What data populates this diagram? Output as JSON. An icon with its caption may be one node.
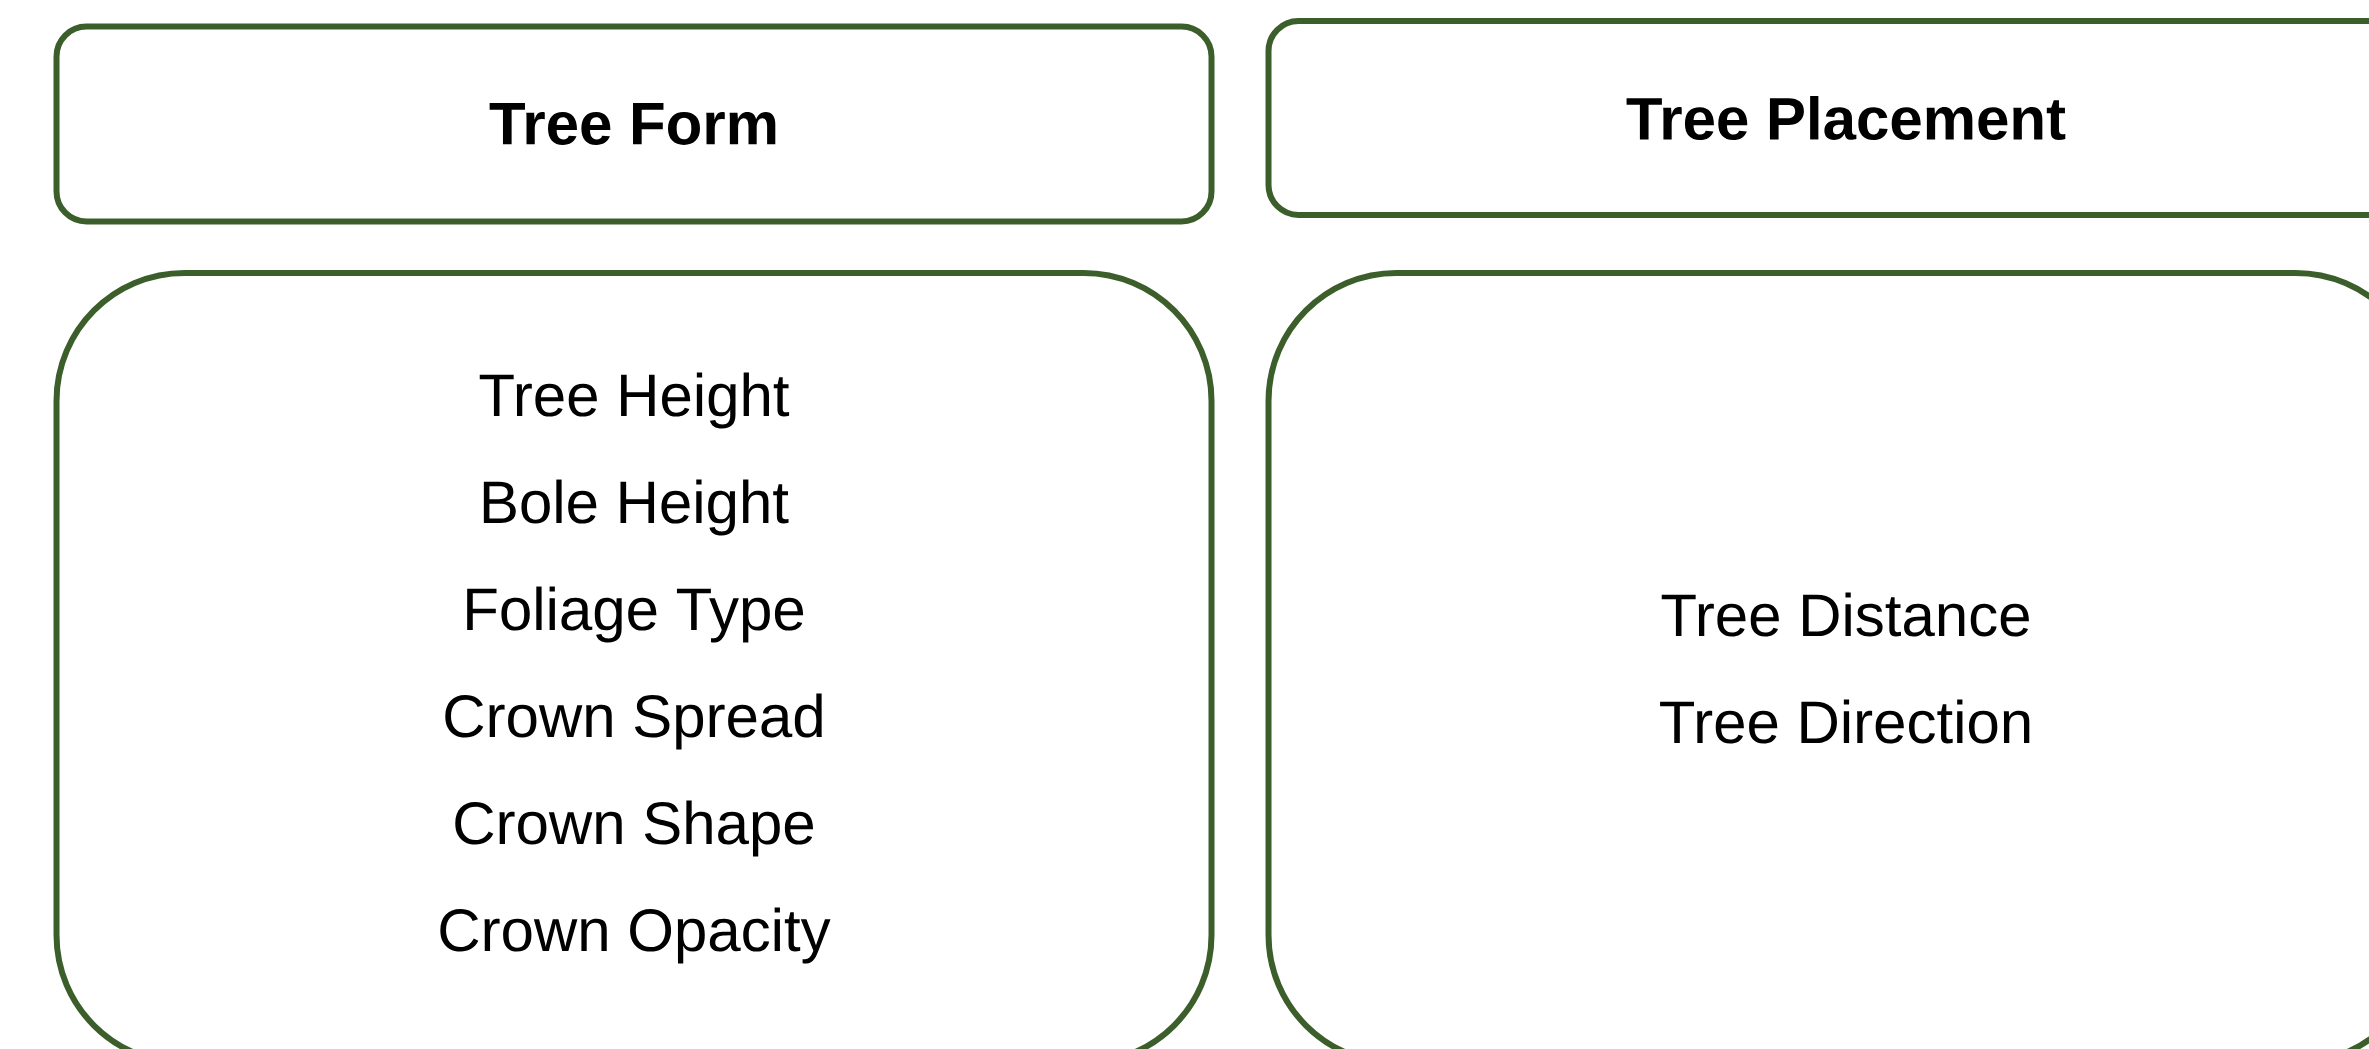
{
  "diagram": {
    "nodes": [
      {
        "text": [
          "Tree Form"
        ]
      },
      {
        "text": [
          "Tree Placement"
        ]
      },
      {
        "text": [
          "Tree Height",
          "Bole Height",
          "Foliage Type",
          "Crown Spread",
          "Crown Shape",
          "Crown Opacity"
        ]
      },
      {
        "text": [
          "Tree Distance",
          "Tree Direction"
        ]
      }
    ]
  }
}
